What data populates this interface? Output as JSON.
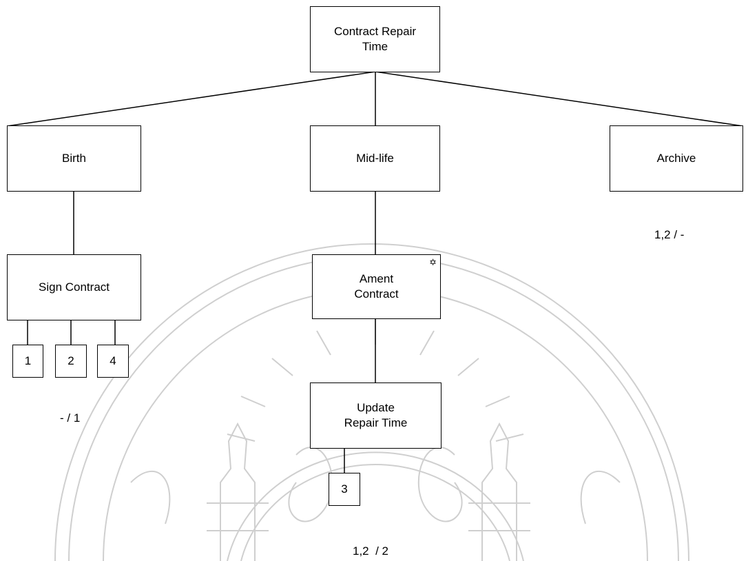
{
  "root": {
    "label": "Contract Repair\nTime"
  },
  "level1": [
    {
      "id": "birth",
      "label": "Birth"
    },
    {
      "id": "midlife",
      "label": "Mid-life"
    },
    {
      "id": "archive",
      "label": "Archive"
    }
  ],
  "level2": [
    {
      "id": "sign",
      "label": "Sign Contract"
    },
    {
      "id": "ament",
      "label": "Ament\nContract",
      "marker": "✡"
    },
    {
      "id": "update",
      "label": "Update\nRepair Time"
    }
  ],
  "leaves": {
    "n1": "1",
    "n2": "2",
    "n4": "4",
    "n3": "3"
  },
  "annotations": {
    "archive": "1,2 / -",
    "sign": "- / 1",
    "update": "1,2  / 2"
  },
  "watermark": {
    "type": "university seal",
    "color": "#c8c8c8"
  }
}
